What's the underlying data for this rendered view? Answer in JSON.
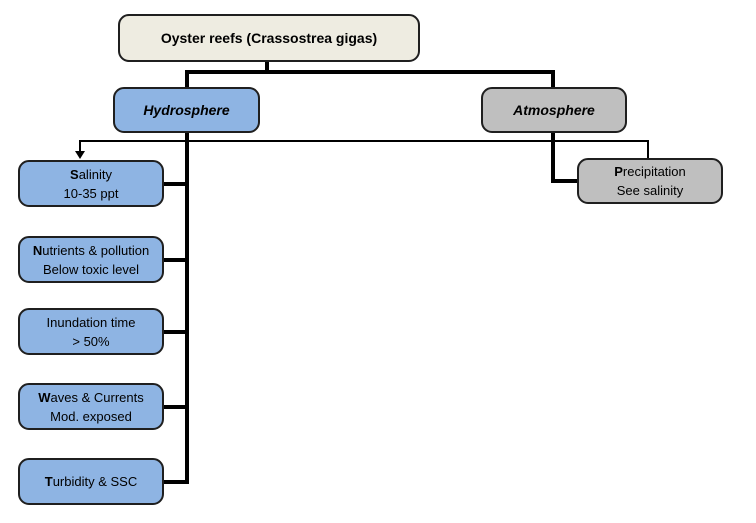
{
  "title": "Oyster reefs (Crassostrea gigas)",
  "branches": [
    {
      "label": "Hydrosphere"
    },
    {
      "label": "Atmosphere"
    }
  ],
  "hydro_factors": [
    {
      "lead": "S",
      "title": "alinity",
      "value": "10-35 ppt"
    },
    {
      "lead": "N",
      "title": "utrients & pollution",
      "value": "Below toxic level"
    },
    {
      "lead": "",
      "title": "Inundation time",
      "value": "> 50%"
    },
    {
      "lead": "W",
      "title": "aves & Currents",
      "value": "Mod. exposed"
    },
    {
      "lead": "T",
      "title": "urbidity & SSC",
      "value": ""
    }
  ],
  "atmo_factors": [
    {
      "lead": "P",
      "title": "recipitation",
      "value": "See salinity"
    }
  ],
  "colors": {
    "root_fill": "#EEECE1",
    "hydrosphere_fill": "#8EB4E3",
    "atmosphere_fill": "#BFBFBF",
    "border": "#1F1F1F",
    "line": "#000000",
    "background": "#FFFFFF"
  }
}
